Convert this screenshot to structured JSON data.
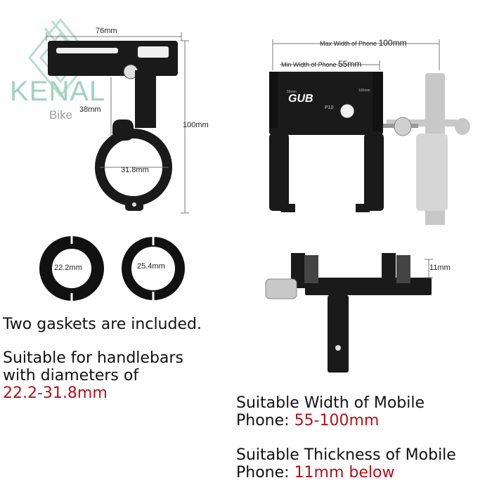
{
  "logo": {
    "name": "KENAL",
    "sub": "Bike",
    "color": "#9fd2bf"
  },
  "mount_dims": {
    "width": "76mm",
    "stem": "38mm",
    "height": "100mm",
    "clamp": "31.8mm"
  },
  "gaskets": {
    "small": "22.2mm",
    "large": "25.4mm"
  },
  "phone_dims": {
    "max_width": "Max Width of Phone",
    "max_width_val": "100mm",
    "min_width": "Min Width of Phone",
    "min_width_val": "55mm",
    "brand": "GUB",
    "model": "P10",
    "mark_left": "55mm",
    "mark_right": "100mm"
  },
  "thickness_dim": "11mm",
  "text": {
    "gaskets_line": "Two gaskets are included.",
    "handlebar_line1": "Suitable for handlebars",
    "handlebar_line2": "with diameters of",
    "handlebar_range": "22.2-31.8mm",
    "width_line1": "Suitable Width of Mobile",
    "width_line2": "Phone: ",
    "width_range": "55-100mm",
    "thick_line1": "Suitable Thickness of Mobile",
    "thick_line2": "Phone: ",
    "thick_range": "11mm below"
  },
  "colors": {
    "accent_red": "#b0141b",
    "metal": "#1a1a1a",
    "ghost": "#c8c8c8"
  }
}
